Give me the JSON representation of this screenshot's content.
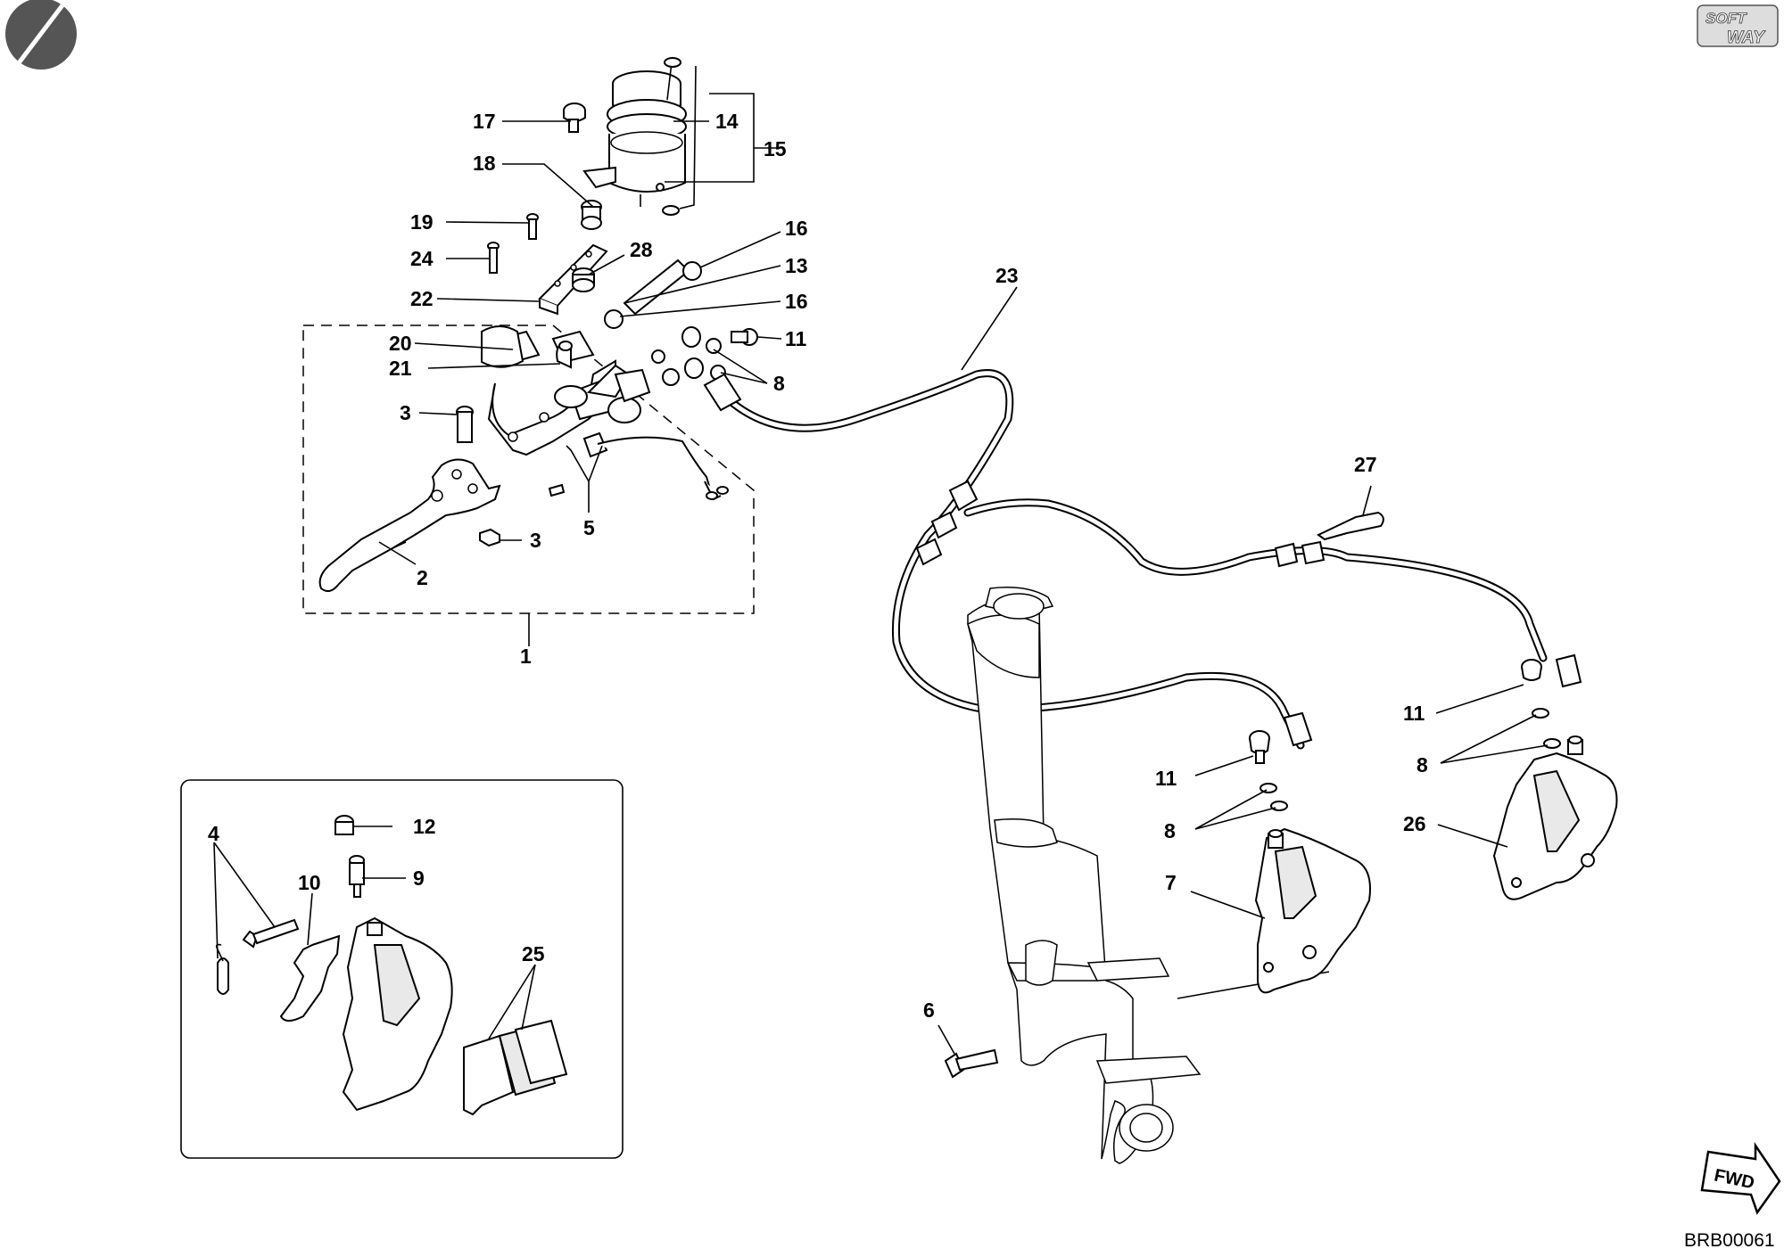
{
  "diagram": {
    "drawing_code": "BRB00061",
    "logo": {
      "line1": "SOFT",
      "line2": "WAY"
    },
    "fwd_label": "FWD",
    "callouts": {
      "c1": "1",
      "c2": "2",
      "c3a": "3",
      "c3b": "3",
      "c4": "4",
      "c5": "5",
      "c6": "6",
      "c7": "7",
      "c8a": "8",
      "c8b": "8",
      "c8c": "8",
      "c9": "9",
      "c10": "10",
      "c11a": "11",
      "c11b": "11",
      "c11c": "11",
      "c12": "12",
      "c13": "13",
      "c14": "14",
      "c15": "15",
      "c16a": "16",
      "c16b": "16",
      "c17": "17",
      "c18": "18",
      "c19": "19",
      "c20": "20",
      "c21": "21",
      "c22": "22",
      "c23": "23",
      "c24": "24",
      "c25": "25",
      "c26": "26",
      "c27": "27",
      "c28": "28"
    }
  }
}
